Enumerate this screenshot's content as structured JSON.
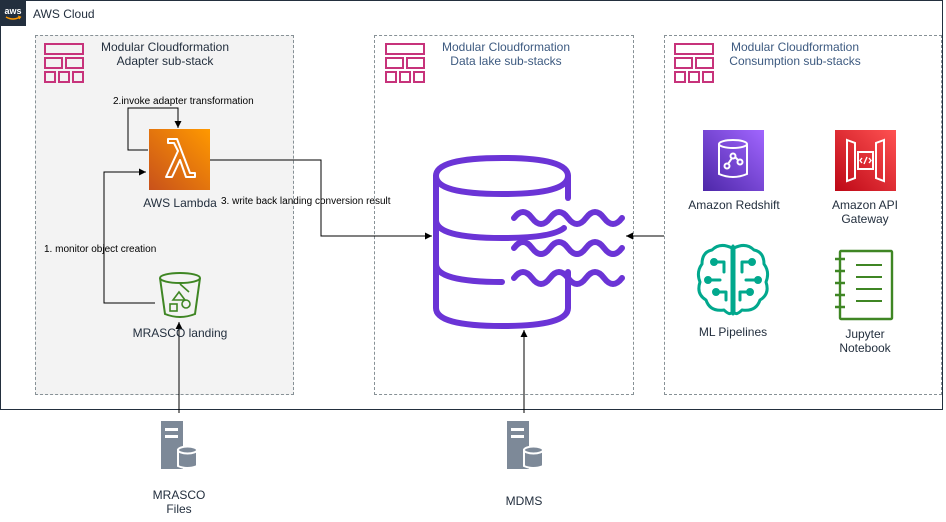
{
  "cloud": {
    "title": "AWS Cloud",
    "badge_icon": "aws-logo-icon"
  },
  "stacks": {
    "adapter": {
      "line1": "Modular Cloudformation",
      "line2": "Adapter sub-stack"
    },
    "lake": {
      "line1": "Modular Cloudformation",
      "line2": "Data lake sub-stacks"
    },
    "consumption": {
      "line1": "Modular Cloudformation",
      "line2": "Consumption sub-stacks"
    }
  },
  "nodes": {
    "lambda": {
      "label": "AWS Lambda",
      "icon": "lambda-icon"
    },
    "landing": {
      "label": "MRASCO landing",
      "icon": "s3-bucket-icon"
    },
    "redshift": {
      "label": "Amazon Redshift",
      "icon": "redshift-icon"
    },
    "api_gateway": {
      "line1": "Amazon API",
      "line2": "Gateway",
      "icon": "api-gateway-icon"
    },
    "ml": {
      "label": "ML Pipelines",
      "icon": "sagemaker-icon"
    },
    "jupyter": {
      "line1": "Jupyter",
      "line2": "Notebook",
      "icon": "notebook-icon"
    },
    "mrasco_files": {
      "line1": "MRASCO",
      "line2": "Files",
      "icon": "server-icon"
    },
    "mdms": {
      "label": "MDMS",
      "icon": "server-icon"
    },
    "data_lake": {
      "icon": "data-lake-icon"
    }
  },
  "edges": {
    "invoke": "2.invoke adapter transformation",
    "write_back": "3. write back landing conversion result",
    "monitor": "1. monitor object creation"
  },
  "colors": {
    "dark": "#232f3e",
    "lambda_orange": "#ed7100",
    "s3_green": "#3f8624",
    "purple": "#6b34d6",
    "redshift_purple": "#8c4fff",
    "api_red": "#e7157b",
    "stack_pink": "#c7337b",
    "server_gray": "#7d8998"
  }
}
